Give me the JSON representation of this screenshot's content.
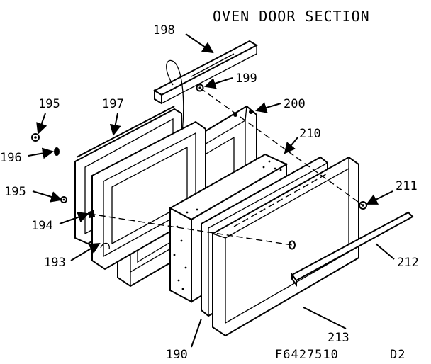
{
  "title": "OVEN DOOR SECTION",
  "footer": {
    "part_code": "F6427510",
    "rev": "D2"
  },
  "callouts": [
    {
      "id": "198",
      "text": "198"
    },
    {
      "id": "199",
      "text": "199"
    },
    {
      "id": "195a",
      "text": "195"
    },
    {
      "id": "197",
      "text": "197"
    },
    {
      "id": "200",
      "text": "200"
    },
    {
      "id": "210",
      "text": "210"
    },
    {
      "id": "196",
      "text": "196"
    },
    {
      "id": "195b",
      "text": "195"
    },
    {
      "id": "211",
      "text": "211"
    },
    {
      "id": "194",
      "text": "194"
    },
    {
      "id": "193",
      "text": "193"
    },
    {
      "id": "212",
      "text": "212"
    },
    {
      "id": "213",
      "text": "213"
    },
    {
      "id": "190",
      "text": "190"
    }
  ]
}
